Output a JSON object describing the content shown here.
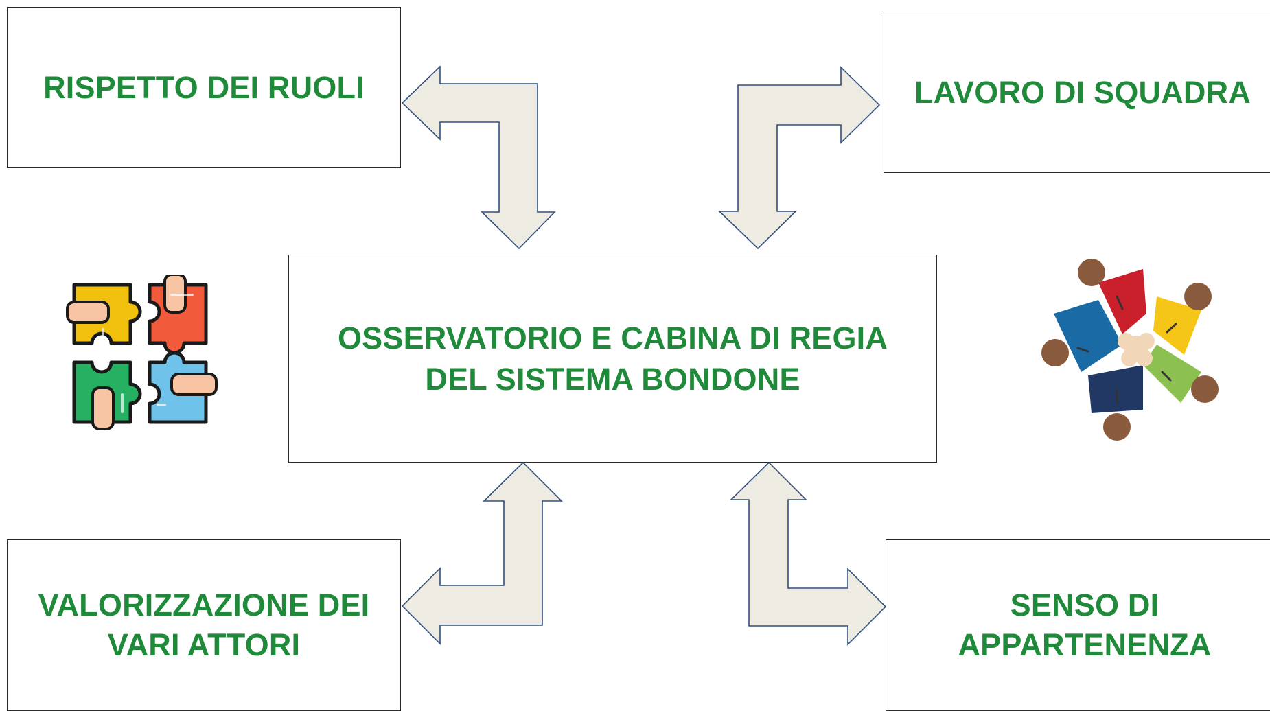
{
  "diagram": {
    "center": {
      "line1": "OSSERVATORIO E CABINA DI REGIA",
      "line2": "DEL SISTEMA BONDONE"
    },
    "top_left": {
      "line1": "RISPETTO DEI RUOLI"
    },
    "top_right": {
      "line1": "LAVORO DI SQUADRA"
    },
    "bottom_left": {
      "line1": "VALORIZZAZIONE DEI",
      "line2": "VARI ATTORI"
    },
    "bottom_right": {
      "line1": "SENSO DI",
      "line2": "APPARTENENZA"
    }
  },
  "colors": {
    "label": "#1f8a3a",
    "arrow_fill": "#eeebe2",
    "arrow_stroke": "#2f4f7f"
  },
  "icons": {
    "left": "puzzle-hands-icon",
    "right": "team-circle-icon"
  }
}
